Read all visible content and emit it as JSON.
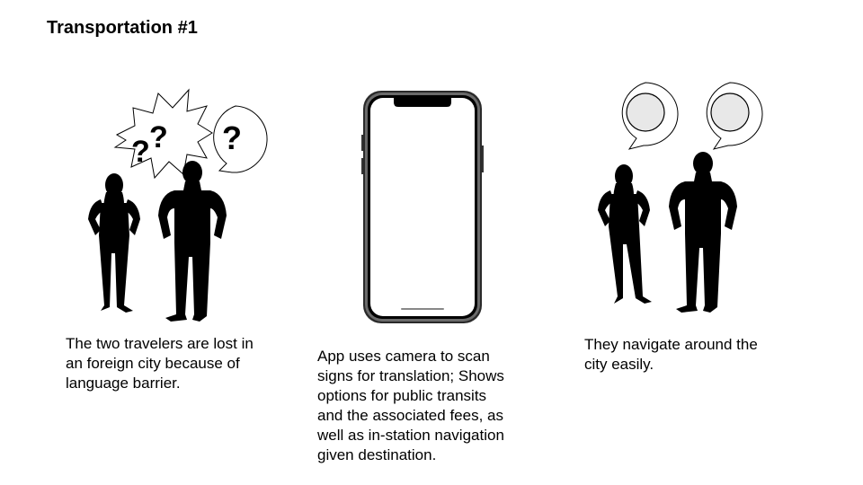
{
  "slide": {
    "title": "Transportation #1"
  },
  "panels": [
    {
      "caption": "The two travelers are lost in\nan foreign city because of\nlanguage barrier.",
      "bubbles": [
        "??",
        "?"
      ]
    },
    {
      "caption": "App uses camera to scan\nsigns for translation; Shows\noptions for public transits\nand the associated fees, as\nwell as in-station navigation\ngiven destination."
    },
    {
      "caption": "They navigate around the\ncity easily."
    }
  ]
}
